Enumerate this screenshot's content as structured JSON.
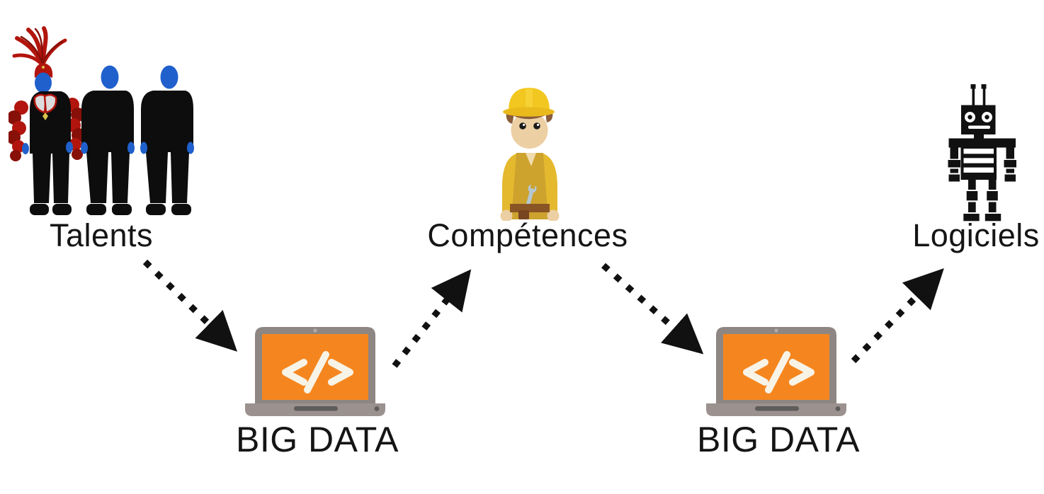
{
  "diagram": {
    "nodes": [
      {
        "id": "talents",
        "label": "Talents",
        "icon": "blue-man-group"
      },
      {
        "id": "big-data-1",
        "label": "BIG DATA",
        "icon": "laptop-code"
      },
      {
        "id": "competences",
        "label": "Compétences",
        "icon": "construction-worker"
      },
      {
        "id": "big-data-2",
        "label": "BIG DATA",
        "icon": "laptop-code"
      },
      {
        "id": "logiciels",
        "label": "Logiciels",
        "icon": "robot"
      }
    ],
    "edges": [
      {
        "from": "talents",
        "to": "big-data-1"
      },
      {
        "from": "big-data-1",
        "to": "competences"
      },
      {
        "from": "competences",
        "to": "big-data-2"
      },
      {
        "from": "big-data-2",
        "to": "logiciels"
      }
    ],
    "edge_style": "dotted-black-arrow",
    "colors": {
      "background": "#ffffff",
      "arrow": "#111111",
      "label_text": "#151515",
      "laptop_frame": "#8e8683",
      "laptop_base": "#9b918e",
      "laptop_screen": "#f5861f",
      "laptop_glyph": "#f8f3e7",
      "worker_hat": "#f2c71f",
      "worker_skin": "#eccfa3",
      "worker_jacket": "#e5b92e",
      "worker_vest": "#cda32e",
      "worker_belt": "#8a5524",
      "wrench": "#b5c7d2",
      "robot_black": "#111111",
      "blueman_blue": "#2060cc",
      "blueman_red": "#b2150d"
    }
  }
}
